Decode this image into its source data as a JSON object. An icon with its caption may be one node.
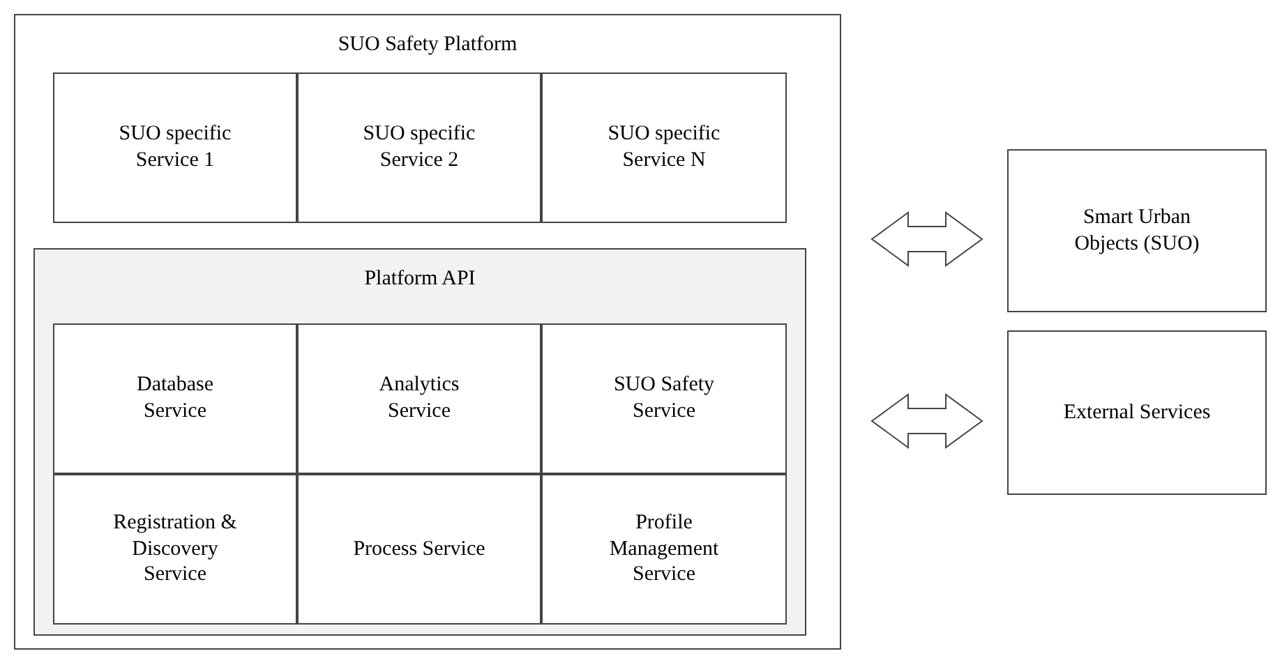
{
  "diagram": {
    "nodes": [
      {
        "text": [
          "SUO Safety Platform"
        ]
      },
      {
        "text": [
          "SUO specific Service 1"
        ],
        "in": 0
      },
      {
        "text": [
          "SUO specific Service 2"
        ],
        "in": 0
      },
      {
        "text": [
          "SUO specific Service N"
        ],
        "in": 0
      },
      {
        "text": [
          "Platform API"
        ],
        "in": 0
      },
      {
        "text": [
          "Database Service"
        ],
        "in": 4
      },
      {
        "text": [
          "Analytics Service"
        ],
        "in": 4
      },
      {
        "text": [
          "SUO Safety Service"
        ],
        "in": 4
      },
      {
        "text": [
          "Registration & Discovery Service"
        ],
        "in": 4
      },
      {
        "text": [
          "Process Service"
        ],
        "in": 4
      },
      {
        "text": [
          "Profile Management Service"
        ],
        "in": 4
      },
      {
        "text": [
          "Smart Urban Objects (SUO)"
        ]
      },
      {
        "text": [
          "External Services"
        ]
      }
    ],
    "edges": [
      {
        "from": 0,
        "to": 11,
        "arrow": "both"
      },
      {
        "from": 0,
        "to": 12,
        "arrow": "both"
      }
    ]
  }
}
